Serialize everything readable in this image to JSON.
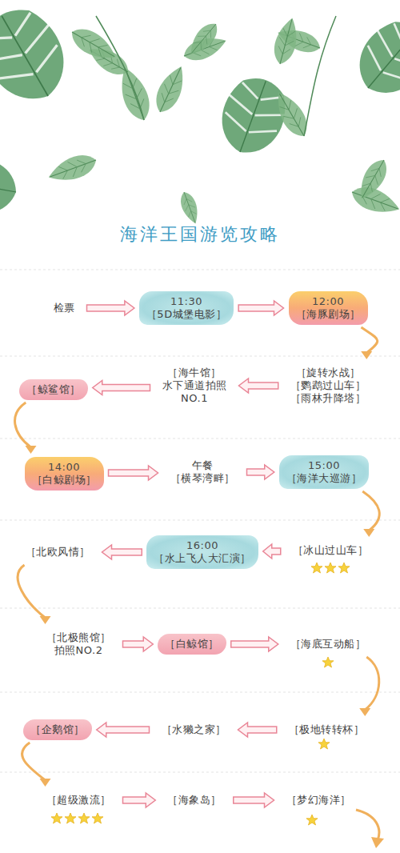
{
  "diagram": {
    "title": "海洋王国游览攻略",
    "nodes": [
      {
        "text": [
          "检票"
        ]
      },
      {
        "text": [
          "11:30",
          "［5D城堡电影］"
        ]
      },
      {
        "text": [
          "12:00",
          "［海豚剧场］"
        ]
      },
      {
        "text": [
          "［旋转水战］",
          "［鹦鹉过山车］",
          "［雨林升降塔］"
        ]
      },
      {
        "text": [
          "［海牛馆］",
          "水下通道拍照",
          "NO.1"
        ]
      },
      {
        "text": [
          "［鲸鲨馆］"
        ]
      },
      {
        "text": [
          "14:00",
          "［白鲸剧场］"
        ]
      },
      {
        "text": [
          "午餐",
          "［横琴湾畔］"
        ]
      },
      {
        "text": [
          "15:00",
          "［海洋大巡游］"
        ]
      },
      {
        "text": [
          "［冰山过山车］"
        ]
      },
      {
        "text": [
          "16:00",
          "［水上飞人大汇演］"
        ]
      },
      {
        "text": [
          "［北欧风情］"
        ]
      },
      {
        "text": [
          "［北极熊馆］",
          "拍照NO.2"
        ]
      },
      {
        "text": [
          "［白鲸馆］"
        ]
      },
      {
        "text": [
          "［海底互动船］"
        ]
      },
      {
        "text": [
          "［极地转转杯］"
        ]
      },
      {
        "text": [
          "［水獭之家］"
        ]
      },
      {
        "text": [
          "［企鹅馆］"
        ]
      },
      {
        "text": [
          "［超级激流］"
        ]
      },
      {
        "text": [
          "［海象岛］"
        ]
      },
      {
        "text": [
          "［梦幻海洋］"
        ]
      }
    ],
    "edges": [
      {
        "from": 0,
        "to": 1,
        "arrow": "to"
      },
      {
        "from": 1,
        "to": 2,
        "arrow": "to"
      },
      {
        "from": 2,
        "to": 3,
        "arrow": "to"
      },
      {
        "from": 3,
        "to": 4,
        "arrow": "to"
      },
      {
        "from": 4,
        "to": 5,
        "arrow": "to"
      },
      {
        "from": 5,
        "to": 6,
        "arrow": "to"
      },
      {
        "from": 6,
        "to": 7,
        "arrow": "to"
      },
      {
        "from": 7,
        "to": 8,
        "arrow": "to"
      },
      {
        "from": 8,
        "to": 9,
        "arrow": "to"
      },
      {
        "from": 9,
        "to": 10,
        "arrow": "to"
      },
      {
        "from": 10,
        "to": 11,
        "arrow": "to"
      },
      {
        "from": 11,
        "to": 12,
        "arrow": "to"
      },
      {
        "from": 12,
        "to": 13,
        "arrow": "to"
      },
      {
        "from": 13,
        "to": 14,
        "arrow": "to"
      },
      {
        "from": 14,
        "to": 15,
        "arrow": "to"
      },
      {
        "from": 15,
        "to": 16,
        "arrow": "to"
      },
      {
        "from": 16,
        "to": 17,
        "arrow": "to"
      },
      {
        "from": 17,
        "to": 18,
        "arrow": "to"
      },
      {
        "from": 18,
        "to": 19,
        "arrow": "to"
      },
      {
        "from": 19,
        "to": 20,
        "arrow": "to"
      }
    ]
  }
}
